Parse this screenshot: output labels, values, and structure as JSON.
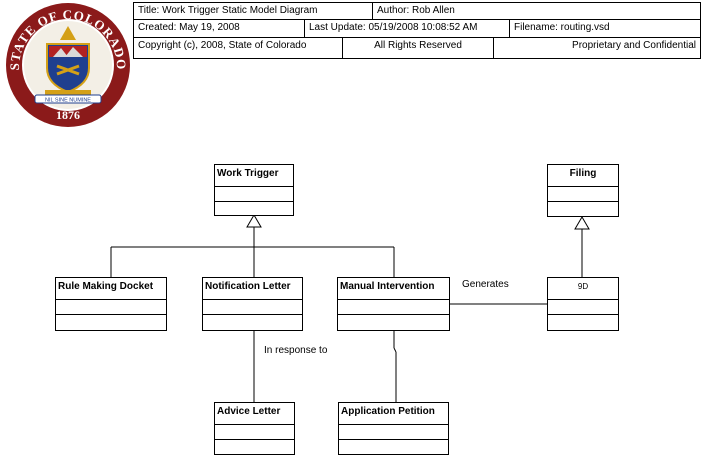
{
  "seal": {
    "top_text": "STATE OF COLORADO",
    "year": "1876",
    "motto": "NIL SINE NUMINE",
    "colors": {
      "ring": "#8b1a1a",
      "gold": "#d4a017",
      "blue": "#1f3f8f",
      "red": "#b22222"
    }
  },
  "header": {
    "title": "Title: Work Trigger Static Model Diagram",
    "author": "Author: Rob Allen",
    "created": "Created: May 19, 2008",
    "last_update": "Last Update: 05/19/2008 10:08:52 AM",
    "filename": "Filename: routing.vsd",
    "copyright": "Copyright (c), 2008, State of Colorado",
    "rights": "All Rights Reserved",
    "confidential": "Proprietary and Confidential"
  },
  "classes": {
    "work_trigger": "Work Trigger",
    "filing": "Filing",
    "rule_making_docket": "Rule Making Docket",
    "notification_letter": "Notification Letter",
    "manual_intervention": "Manual Intervention",
    "pd": "9D",
    "advice_letter": "Advice Letter",
    "application_petition": "Application Petition"
  },
  "relations": {
    "generates": "Generates",
    "in_response_to": "In response to"
  }
}
